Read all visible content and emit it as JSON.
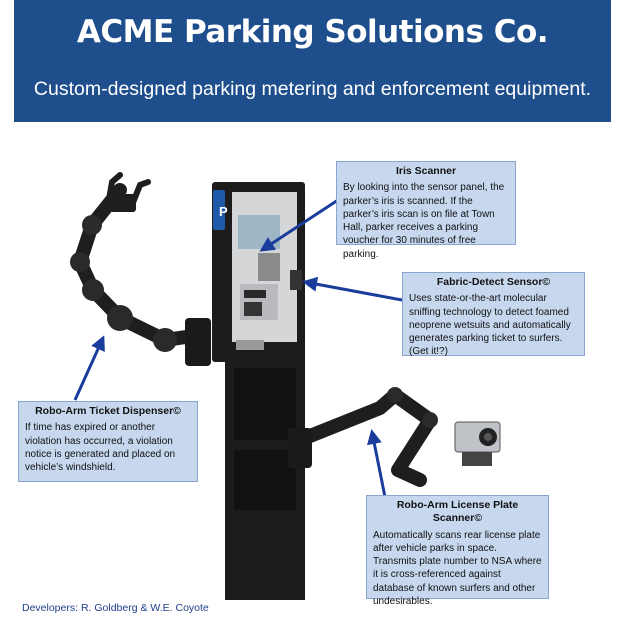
{
  "header": {
    "title": "ACME Parking Solutions Co.",
    "subtitle": "Custom-designed parking metering and enforcement equipment."
  },
  "callouts": [
    {
      "id": "iris",
      "title": "Iris Scanner",
      "text": "By looking into the sensor panel, the parker’s iris is scanned. If the parker’s iris scan is on file at Town Hall, parker receives a parking voucher for 30 minutes of free parking."
    },
    {
      "id": "fabric",
      "title": "Fabric-Detect Sensor©",
      "text": "Uses state-or-the-art molecular sniffing technology to detect foamed neoprene wetsuits and automatically generates parking ticket to surfers. (Get it!?)"
    },
    {
      "id": "dispenser",
      "title": "Robo-Arm Ticket Dispenser©",
      "text": "If time has expired or another violation has occurred, a violation notice is generated and placed on vehicle’s windshield."
    },
    {
      "id": "plate",
      "title": "Robo-Arm License Plate Scanner©",
      "text": "Automatically scans rear license plate after vehicle parks in space. Transmits plate number to NSA where it is cross-referenced against database of known surfers and other undesirables."
    }
  ],
  "meter": {
    "sign_letter": "P"
  },
  "footer": {
    "developers": "Developers: R. Goldberg & W.E. Coyote"
  },
  "colors": {
    "header_bg": "#1f4e8c",
    "callout_bg": "#c6d7ee",
    "arrow": "#1a3d9c",
    "meter": "#1c1c1c"
  }
}
